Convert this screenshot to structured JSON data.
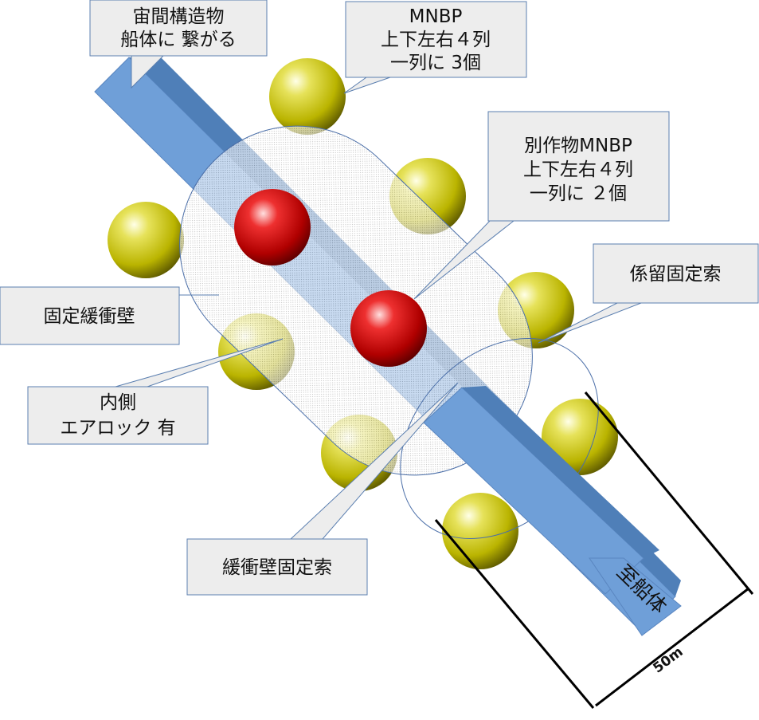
{
  "callouts": {
    "space_structure": [
      "宙間構造物",
      "船体に 繋がる"
    ],
    "mnbp": [
      "MNBP",
      "上下左右４列",
      "一列に 3個"
    ],
    "other_mnbp": [
      "別作物MNBP",
      "上下左右４列",
      "一列に ２個"
    ],
    "mooring_cable": [
      "係留固定索"
    ],
    "buffer_wall": [
      "固定緩衝壁"
    ],
    "airlock": [
      "内側",
      "エアロック 有"
    ],
    "buffer_cable": [
      "緩衝壁固定索"
    ]
  },
  "arrow_label": "至船体",
  "dimension_label": "50m",
  "colors": {
    "beam": "#6f9fd8",
    "beam_dark": "#4f7fb8",
    "yellow_sphere": "#c9c400",
    "red_sphere": "#c80000",
    "callout_fill": "#ededed",
    "callout_border": "#5b7fb0"
  }
}
